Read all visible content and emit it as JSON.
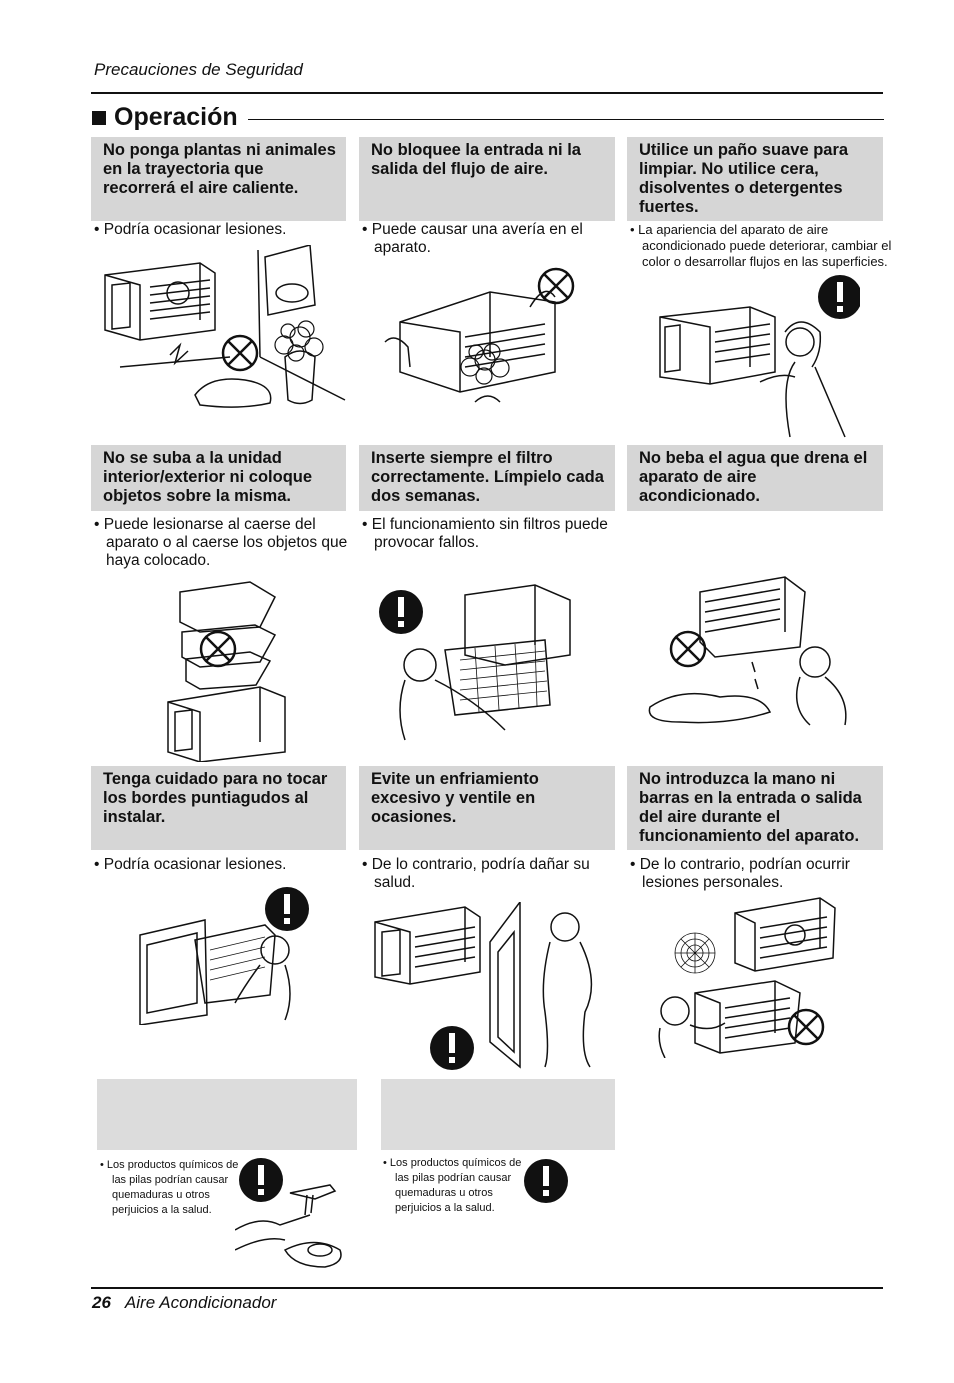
{
  "header": {
    "section": "Precauciones de Seguridad"
  },
  "title": "Operación",
  "cards": [
    {
      "heading": "No ponga plantas ni animales en la trayectoria que recorrerá el aire caliente.",
      "bullet": "• Podría ocasionar lesiones."
    },
    {
      "heading": "No bloquee la entrada ni la salida del flujo de aire.",
      "bullet": "• Puede causar una avería en el aparato."
    },
    {
      "heading": "Utilice un paño suave para limpiar. No utilice cera, disolventes o detergentes fuertes.",
      "bullet": "• La apariencia del aparato de aire acondicionado puede deteriorar, cambiar el color o desarrollar flujos en las superficies."
    },
    {
      "heading": "No se suba a la unidad interior/exterior ni coloque objetos sobre la misma.",
      "bullet": "• Puede lesionarse al caerse del aparato o al caerse los objetos que haya colocado."
    },
    {
      "heading": "Inserte siempre el filtro correctamente. Límpielo cada dos semanas.",
      "bullet": "• El funcionamiento sin filtros puede provocar fallos."
    },
    {
      "heading": "No beba el agua que drena el aparato de aire acondicionado.",
      "bullet": ""
    },
    {
      "heading": "Tenga cuidado para no tocar los bordes puntiagudos al instalar.",
      "bullet": "• Podría ocasionar lesiones."
    },
    {
      "heading": "Evite un enfriamiento excesivo y ventile en ocasiones.",
      "bullet": "• De lo contrario, podría dañar su salud."
    },
    {
      "heading": "No introduzca la mano ni barras en la entrada o salida del aire durante el funcionamiento del aparato.",
      "bullet": "• De lo contrario, podrían ocurrir lesiones personales."
    }
  ],
  "battery_notes": [
    "• Los productos químicos de las pilas podrían causar quemaduras u otros perjuicios a la salud.",
    "• Los productos químicos de las pilas podrían causar quemaduras u otros perjuicios a la salud."
  ],
  "footer": {
    "page": "26",
    "title": "Aire Acondicionador"
  }
}
